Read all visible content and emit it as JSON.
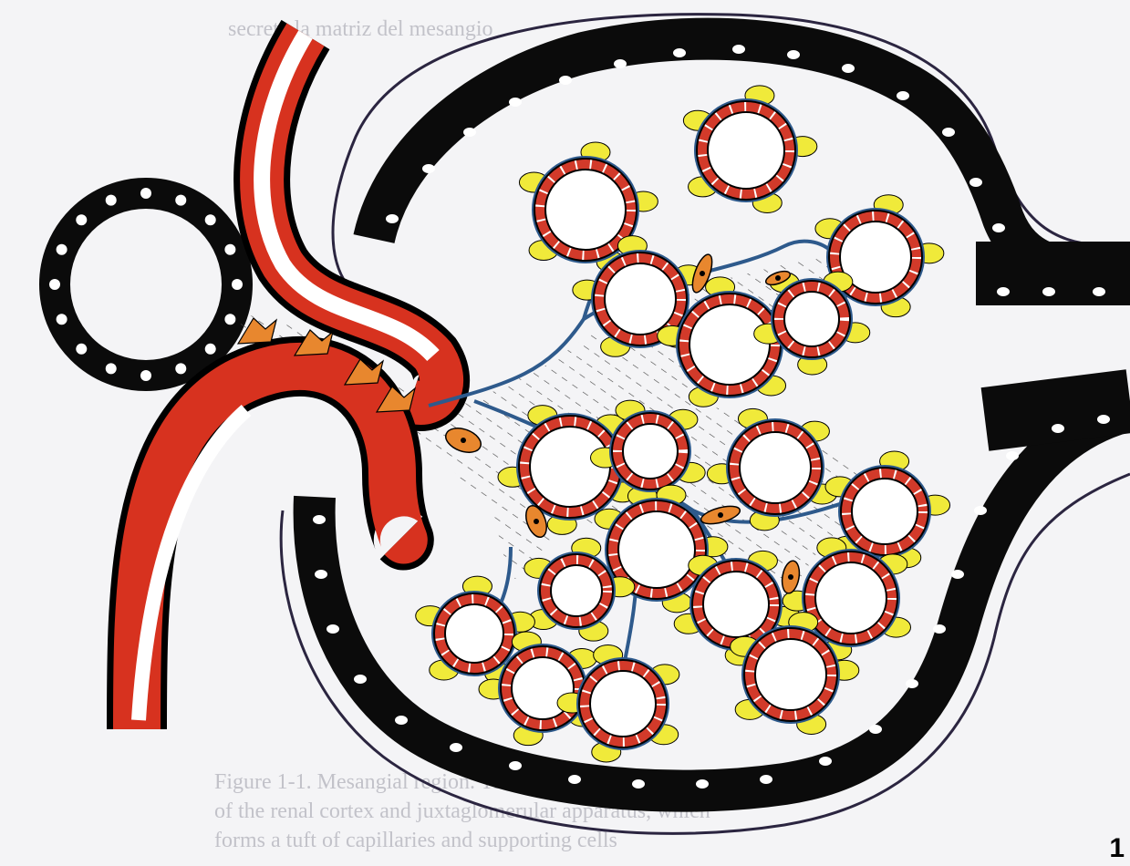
{
  "figure": {
    "number": "1",
    "bleed_through": [
      "secreta la matriz del mesangio",
      "Figure 1-1. Mesangial region. The glomerulus contains a small portion",
      "of the renal cortex and juxtaglomerular apparatus, which",
      "forms a tuft of capillaries and supporting cells"
    ]
  },
  "colors": {
    "epithelium": "#0b0b0b",
    "nucleus_light": "#ffffff",
    "arteriole_muscle": "#d7321f",
    "capillary_wall": "#d23a2a",
    "basement_membrane": "#2e5a8c",
    "podocyte": "#f0ea3a",
    "mesangial_cell": "#e8872e",
    "capsule_line": "#2b2540",
    "background": "#f4f4f6"
  }
}
